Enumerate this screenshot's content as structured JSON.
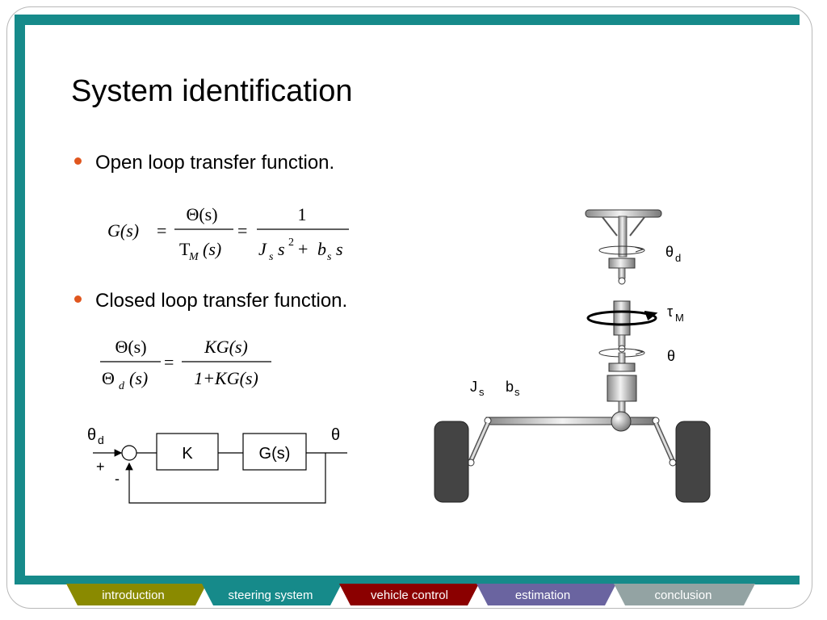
{
  "slide": {
    "title": "System identification",
    "bullets": [
      "Open loop transfer function.",
      "Closed loop transfer function."
    ]
  },
  "equations": {
    "open_loop": {
      "lhs": "G(s)",
      "eq": "=",
      "frac1_num": "Θ(s)",
      "frac1_den_T": "T",
      "frac1_den_sub": "M",
      "frac1_den_rest": "(s)",
      "frac2_num": "1",
      "frac2_den_J": "J",
      "frac2_den_Jsub": "s",
      "frac2_den_s": "s",
      "frac2_den_exp": "2",
      "frac2_den_plus": "+",
      "frac2_den_b": "b",
      "frac2_den_bsub": "s",
      "frac2_den_s2": "s"
    },
    "closed_loop": {
      "lhs_num": "Θ(s)",
      "lhs_den_theta": "Θ",
      "lhs_den_sub": "d",
      "lhs_den_rest": "(s)",
      "eq": "=",
      "rhs_num": "KG(s)",
      "rhs_den": "1+KG(s)"
    }
  },
  "block_diagram": {
    "input": "θ",
    "input_sub": "d",
    "plus": "+",
    "minus": "-",
    "k_label": "K",
    "g_label": "G(s)",
    "output": "θ"
  },
  "steering": {
    "theta_d": "θ",
    "theta_d_sub": "d",
    "tau": "τ",
    "tau_sub": "M",
    "theta": "θ",
    "J": "J",
    "J_sub": "s",
    "b": "b",
    "b_sub": "s"
  },
  "nav": {
    "tabs": [
      {
        "label": "introduction",
        "color": "#8a8a00"
      },
      {
        "label": "steering system",
        "color": "#168a8a"
      },
      {
        "label": "vehicle control",
        "color": "#8b0000"
      },
      {
        "label": "estimation",
        "color": "#6a64a0"
      },
      {
        "label": "conclusion",
        "color": "#93a3a3"
      }
    ]
  }
}
